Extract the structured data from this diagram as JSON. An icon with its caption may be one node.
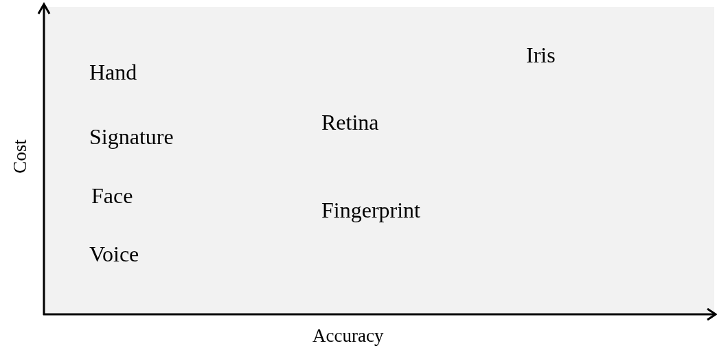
{
  "diagram": {
    "labels": [
      "Iris",
      "Hand",
      "Retina",
      "Signature",
      "Cost",
      "Face",
      "Fingerprint",
      "Voice",
      "Accuracy"
    ]
  }
}
